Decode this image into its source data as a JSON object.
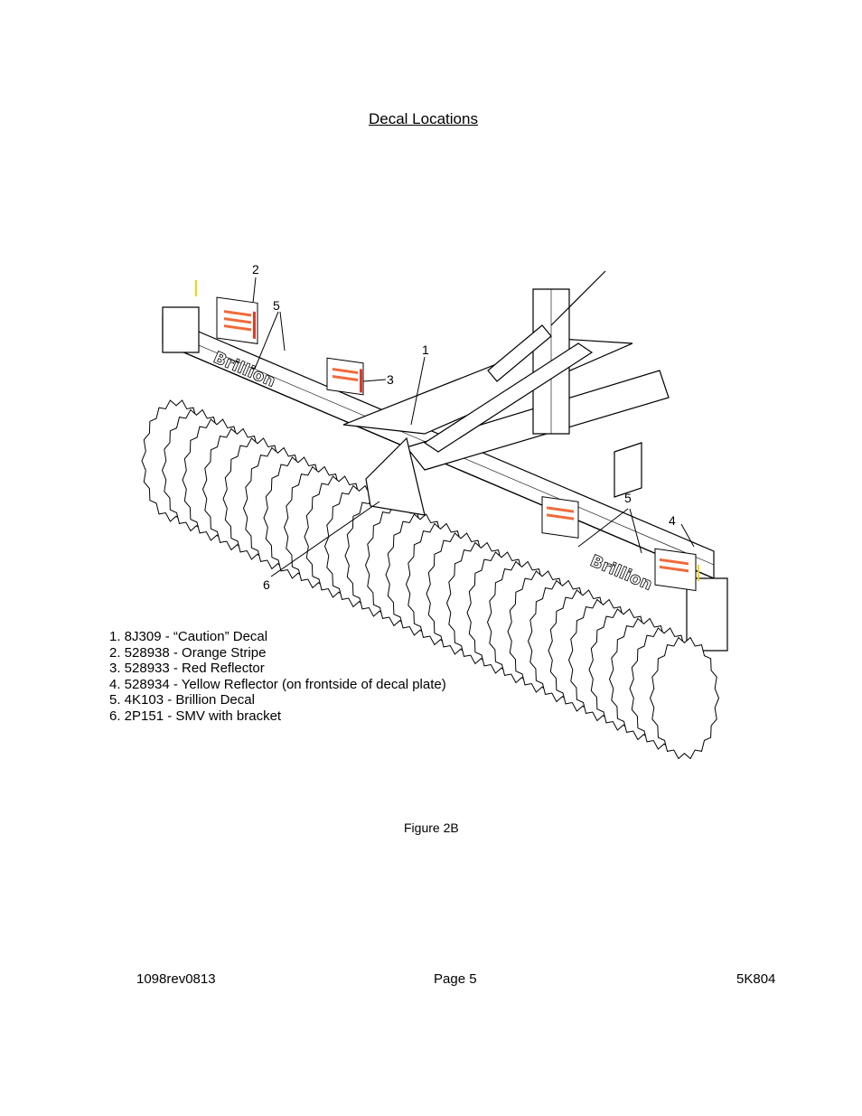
{
  "title": "Decal Locations",
  "callouts": {
    "c1": "1",
    "c2": "2",
    "c3": "3",
    "c4": "4",
    "c5a": "5",
    "c5b": "5",
    "c6": "6"
  },
  "decal_text": "Brillion",
  "legend": [
    "1. 8J309 - “Caution” Decal",
    "2. 528938 - Orange Stripe",
    "3. 528933 - Red Reflector",
    "4. 528934 - Yellow Reflector (on frontside of decal plate)",
    "5. 4K103 - Brillion Decal",
    "6. 2P151 - SMV with bracket"
  ],
  "caption": "Figure 2B",
  "footer": {
    "left": "1098rev0813",
    "center": "Page 5",
    "right": "5K804"
  },
  "colors": {
    "orange_stripe": "#f06a3a",
    "red_reflector": "#e03a2a",
    "yellow_reflector": "#f2d400",
    "line": "#000000"
  }
}
